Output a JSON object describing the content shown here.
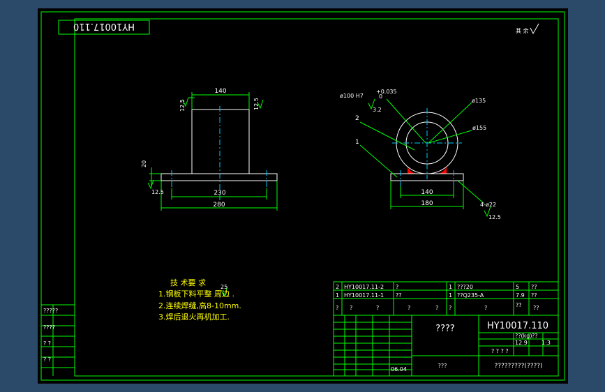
{
  "drawing_number": "HY10017.110",
  "drawing_number_rotated": "HY10017.110",
  "corner_mark": "其 余",
  "front_view": {
    "top_width": "140",
    "base_inner": "230",
    "base_outer": "280",
    "height": "20",
    "roughness_left": "12.5",
    "roughness_right": "12.5",
    "roughness_base": "12.5"
  },
  "side_view": {
    "bore": "ø100 H7",
    "bore_tol": "+0.035",
    "bore_tol_low": "0",
    "roughness_bore": "3.2",
    "d135": "ø135",
    "d155": "ø155",
    "part1": "1",
    "part2": "2",
    "w140": "140",
    "w180": "180",
    "holes": "4-ø22",
    "roughness_holes": "12.5"
  },
  "notes": {
    "title": "技 术要 求",
    "roughness": "25",
    "line1": "1.钢板下料平整 周边 .",
    "line2": "2.连续焊缝,高8-10mm.",
    "line3": "3.焊后退火再机加工."
  },
  "bom": [
    {
      "no": "2",
      "code": "HY10017.11-2",
      "name": "?",
      "qty": "1",
      "mat": "???20",
      "wt": "5",
      "rem": "??"
    },
    {
      "no": "1",
      "code": "HY10017.11-1",
      "name": "??",
      "qty": "1",
      "mat": "??Q235-A",
      "wt": "7.9",
      "rem": "??"
    }
  ],
  "bom_header": [
    "?",
    "?",
    "?",
    "?",
    "?",
    "?",
    "?",
    "??",
    "??"
  ],
  "title_block": {
    "title": "????",
    "code": "HY10017.110",
    "company": "?????????(????)",
    "unit": "???",
    "date": "06.04",
    "weight_label": "??(kg)",
    "scale_label": "??",
    "weight": "12.9",
    "scale": "1:3",
    "sheets": "? ? ? ?"
  },
  "left_margin": [
    "?????",
    "????",
    "?  ?",
    "?  ?"
  ],
  "colors": {
    "line": "#00ff00",
    "text": "#ffffff",
    "center": "#00c8ff",
    "note": "#ffff00",
    "weld": "#ff0000"
  }
}
